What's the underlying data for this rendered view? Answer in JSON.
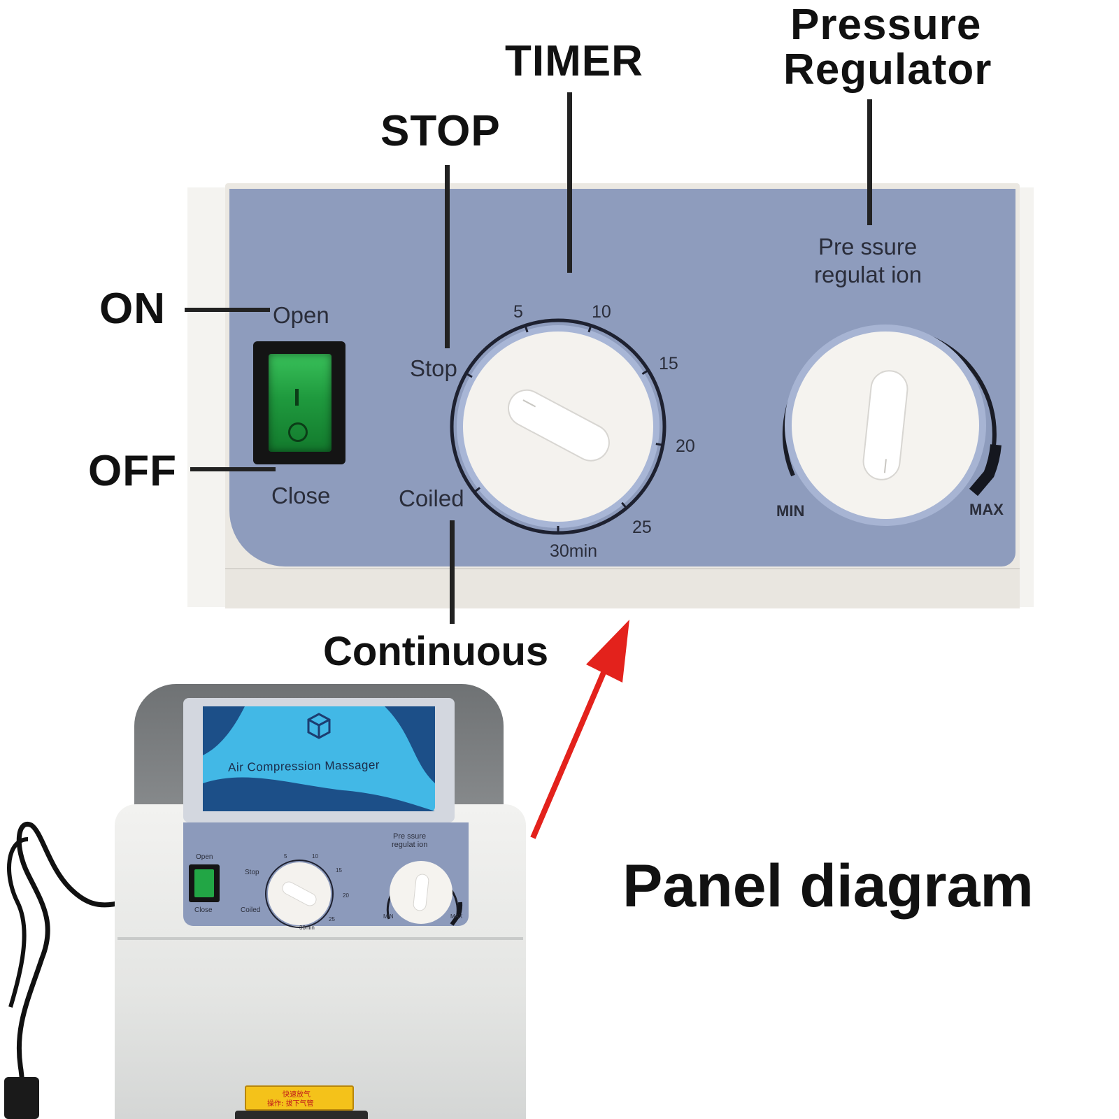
{
  "callouts": {
    "timer": "TIMER",
    "pressure_line1": "Pressure",
    "pressure_line2": "Regulator",
    "stop": "STOP",
    "on": "ON",
    "off": "OFF",
    "continuous": "Continuous"
  },
  "panel_title": "Panel diagram",
  "panel": {
    "switch_open": "Open",
    "switch_close": "Close",
    "switch_on_mark": "I",
    "switch_off_mark": "O",
    "pressure_label_line1": "Pre ssure",
    "pressure_label_line2": "regulat ion",
    "min": "MIN",
    "max": "MAX",
    "timer_stop": "Stop",
    "timer_coiled": "Coiled",
    "timer_ticks": [
      "5",
      "10",
      "15",
      "20",
      "25",
      "30min"
    ]
  },
  "device": {
    "brand_label": "Air Compression Massager",
    "small_pressure_line1": "Pre ssure",
    "small_pressure_line2": "regulat ion",
    "small_open": "Open",
    "small_close": "Close",
    "small_stop": "Stop",
    "small_coiled": "Coiled",
    "small_ticks": [
      "5",
      "10",
      "15",
      "20",
      "25",
      "30min"
    ],
    "small_min": "MIN",
    "small_max": "MAX",
    "warning_line1": "快速放气",
    "warning_line2": "操作: 拔下气管"
  },
  "colors": {
    "panel_face": "#8d9bbd",
    "panel_frame": "#ebe8e3",
    "switch_green": "#1e9b3f",
    "arrow_red": "#e3221c",
    "device_screen": "#42b8e6",
    "device_screen_dark": "#1c4f88"
  }
}
